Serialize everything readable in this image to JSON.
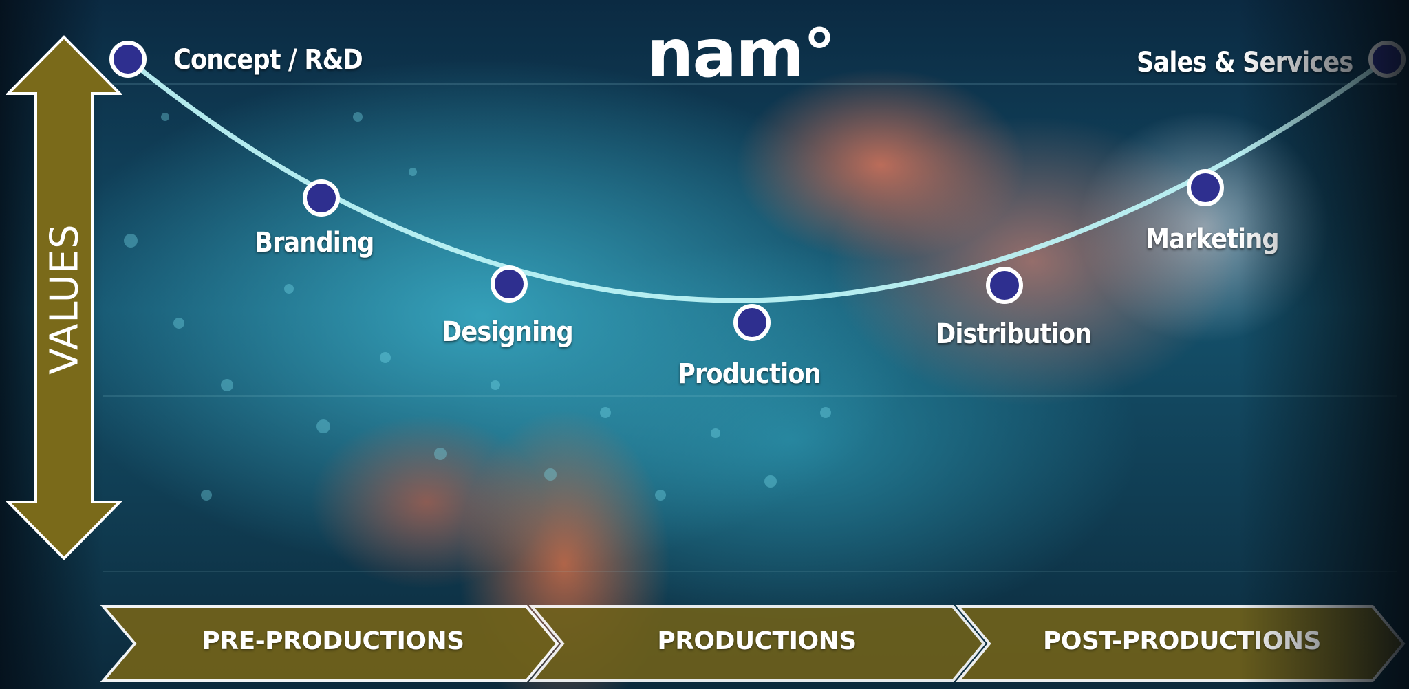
{
  "logo": {
    "text": "nam°"
  },
  "axis": {
    "label": "VALUES"
  },
  "nodes": [
    {
      "label": "Concept / R&D"
    },
    {
      "label": "Branding"
    },
    {
      "label": "Designing"
    },
    {
      "label": "Production"
    },
    {
      "label": "Distribution"
    },
    {
      "label": "Marketing"
    },
    {
      "label": "Sales & Services"
    }
  ],
  "phases": [
    {
      "label": "PRE-PRODUCTIONS"
    },
    {
      "label": "PRODUCTIONS"
    },
    {
      "label": "POST-PRODUCTIONS"
    }
  ],
  "colors": {
    "node_fill": "#2e2f8f",
    "node_ring": "#ffffff",
    "curve": "#bdf3f6",
    "arrow_fill": "#7a6a1a",
    "phase_fill": "#6f611b",
    "text": "#ffffff"
  }
}
